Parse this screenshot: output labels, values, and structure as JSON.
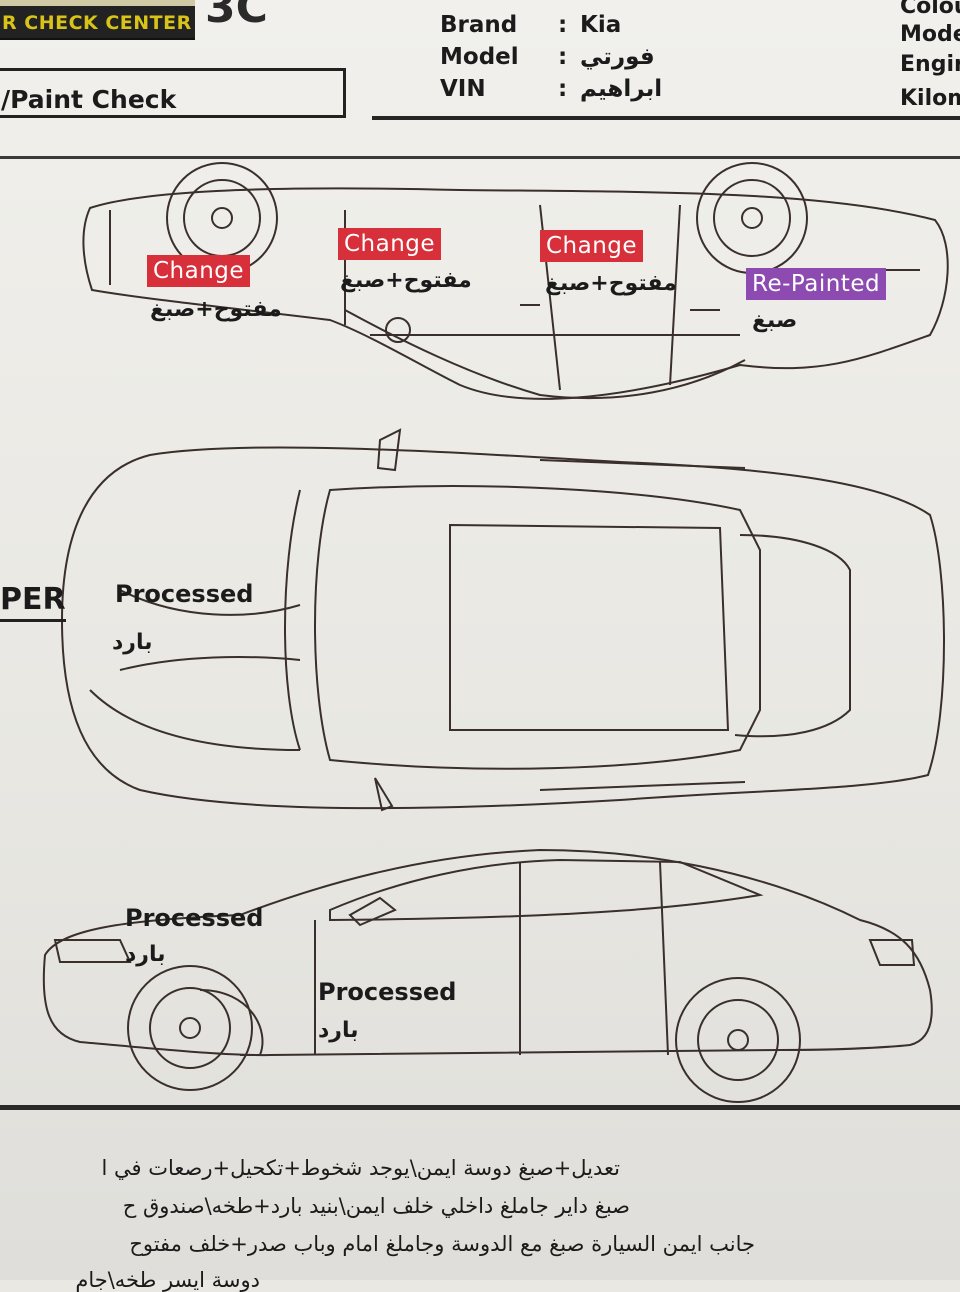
{
  "header": {
    "logo_text": "R CHECK CENTER",
    "brand_mark": "3C",
    "section_title": "/Paint Check"
  },
  "vehicle_info": {
    "brand": {
      "label": "Brand",
      "value": "Kia"
    },
    "model": {
      "label": "Model",
      "value": "فورتي"
    },
    "vin": {
      "label": "VIN",
      "value": "ابراهيم"
    },
    "colon": ":"
  },
  "right_column": [
    "Colou",
    "Mode",
    "Engir",
    "Kilom"
  ],
  "side_label": "PER",
  "marks": {
    "top_view": [
      {
        "tag": "Change",
        "arabic": "مفتوح+صبغ"
      },
      {
        "tag": "Change",
        "arabic": "مفتوح+صبغ"
      },
      {
        "tag": "Change",
        "arabic": "مفتوح+صبغ"
      },
      {
        "tag": "Re-Painted",
        "arabic": "صبغ"
      }
    ],
    "roof_view": {
      "label": "Processed",
      "arabic": "بارد"
    },
    "side_view": [
      {
        "label": "Processed",
        "arabic": "بارد"
      },
      {
        "label": "Processed",
        "arabic": "بارد"
      }
    ]
  },
  "colors": {
    "change": "#d8303a",
    "repainted": "#8d4ab0",
    "logo_text": "#d9c319"
  },
  "notes": [
    "تعديل+صبغ دوسة ايمن\\يوجد شخوط+تكحيل+رصعات في ا",
    "صبغ داير جاملغ داخلي خلف ايمن\\بنيد بارد+طخه\\صندوق ح",
    "جانب ايمن السيارة صبغ مع الدوسة وجاملغ امام وباب صدر+خلف مفتوح",
    "دوسة ايسر طخه\\جام"
  ]
}
